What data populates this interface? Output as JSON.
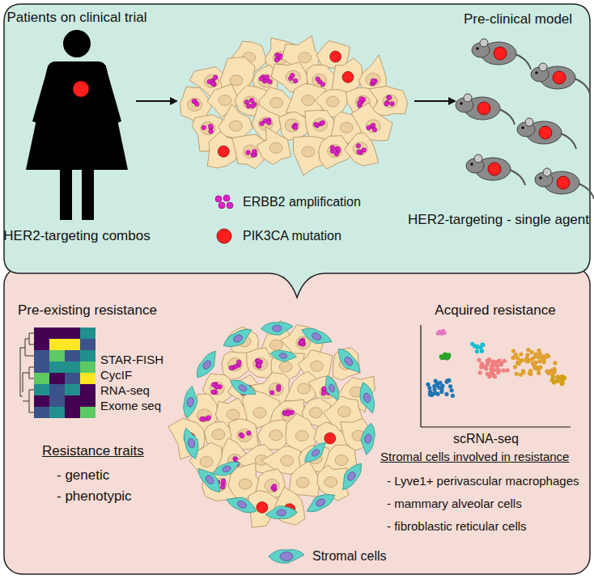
{
  "diagram": {
    "labels": [
      "Patients on clinical trial",
      "HER2-targeting combos",
      "Pre-clinical model",
      "HER2-targeting - single agent",
      "Pre-existing resistance",
      "STAR-FISH",
      "CycIF",
      "RNA-seq",
      "Exome seq",
      "Resistance traits",
      "- genetic",
      "- phenotypic",
      "Acquired resistance",
      "scRNA-seq",
      "Stromal cells involved in resistance",
      "- Lyve1+ perivascular macrophages",
      "- mammary alveolar cells",
      "- fibroblastic reticular cells"
    ],
    "legend": [
      {
        "text": "ERBB2 amplification",
        "color": "#e020c8"
      },
      {
        "text": "PIK3CA mutation",
        "color": "#ff1f1f"
      },
      {
        "text": "Stromal cells"
      }
    ]
  }
}
